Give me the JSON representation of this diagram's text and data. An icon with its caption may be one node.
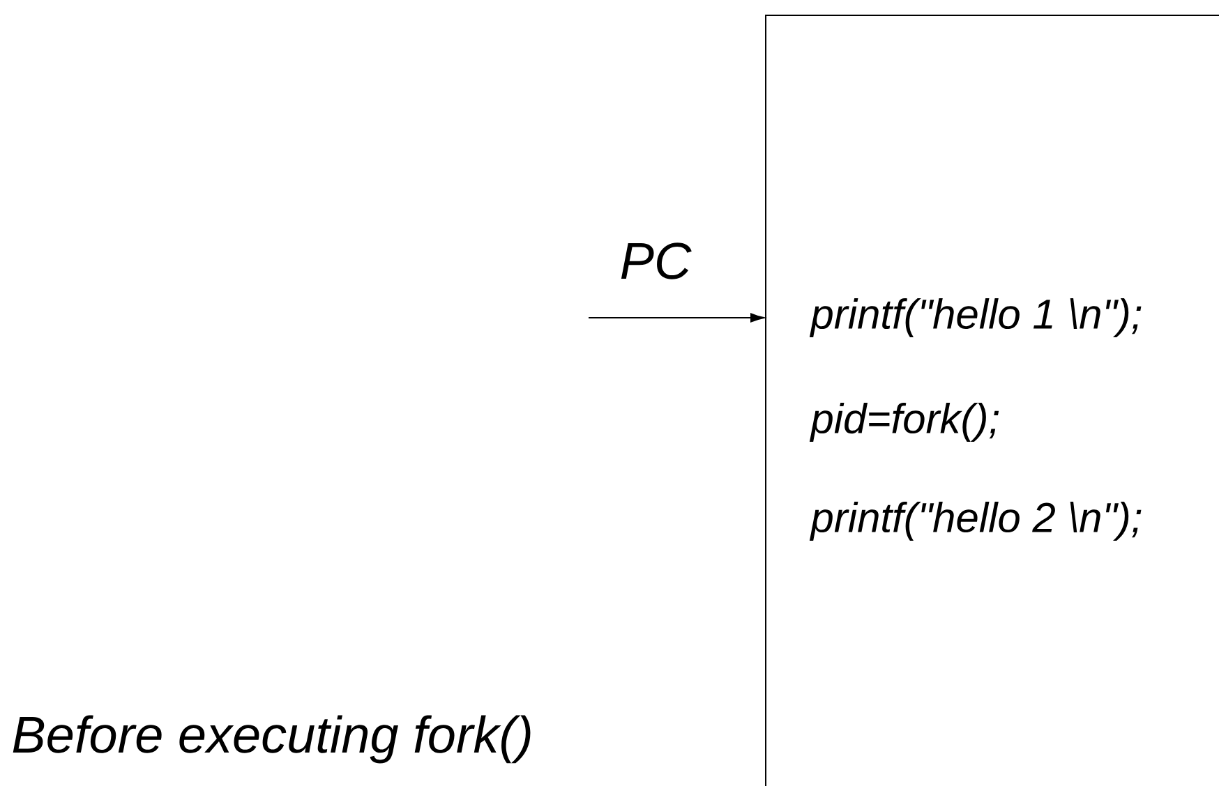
{
  "diagram": {
    "caption": "Before executing fork()",
    "nodes": [
      {
        "text": [],
        "shape": "box"
      },
      {
        "text": [
          "printf(\"hello 1 \\n\");"
        ],
        "in": 0
      },
      {
        "text": [
          "pid=fork();"
        ],
        "in": 0
      },
      {
        "text": [
          "printf(\"hello 2 \\n\");"
        ],
        "in": 0
      }
    ],
    "edges": [
      {
        "from": null,
        "to": 1,
        "arrow": "to",
        "label": "PC"
      }
    ]
  }
}
